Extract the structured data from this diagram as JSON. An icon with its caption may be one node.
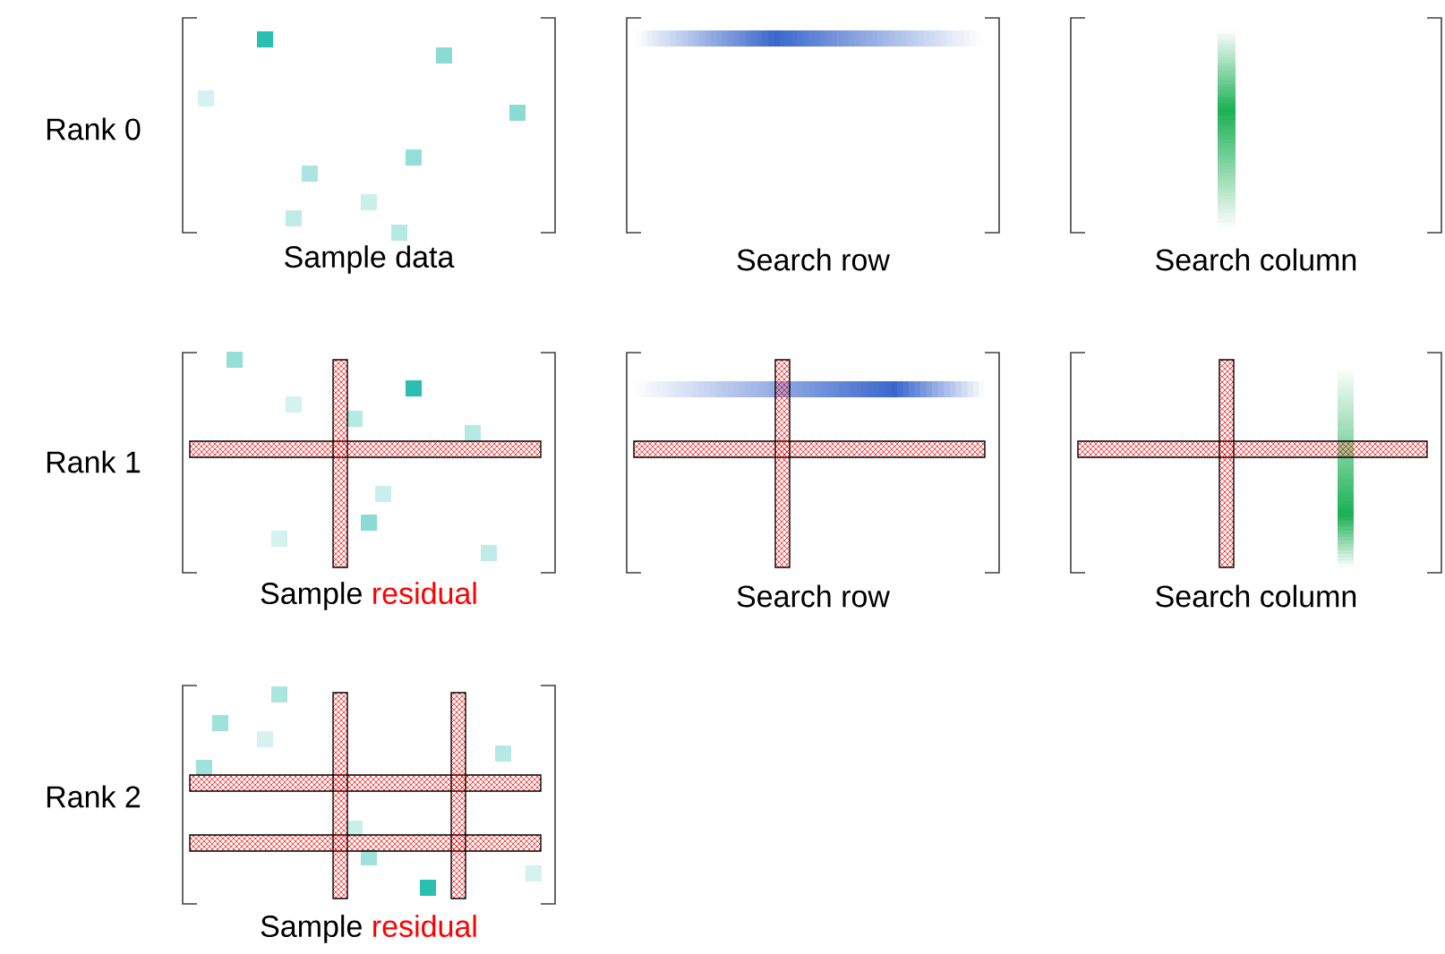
{
  "diagram": {
    "nodes": [
      {
        "text": [
          "Sample data"
        ]
      },
      {
        "text": [
          "Search row"
        ]
      },
      {
        "text": [
          "Search column"
        ]
      },
      {
        "text": [
          "Sample",
          "residual"
        ]
      },
      {
        "text": [
          "Search row"
        ]
      },
      {
        "text": [
          "Search column"
        ]
      },
      {
        "text": [
          "Sample",
          "residual"
        ]
      }
    ],
    "labels": [
      "Rank 0",
      "Rank 1",
      "Rank 2"
    ]
  }
}
